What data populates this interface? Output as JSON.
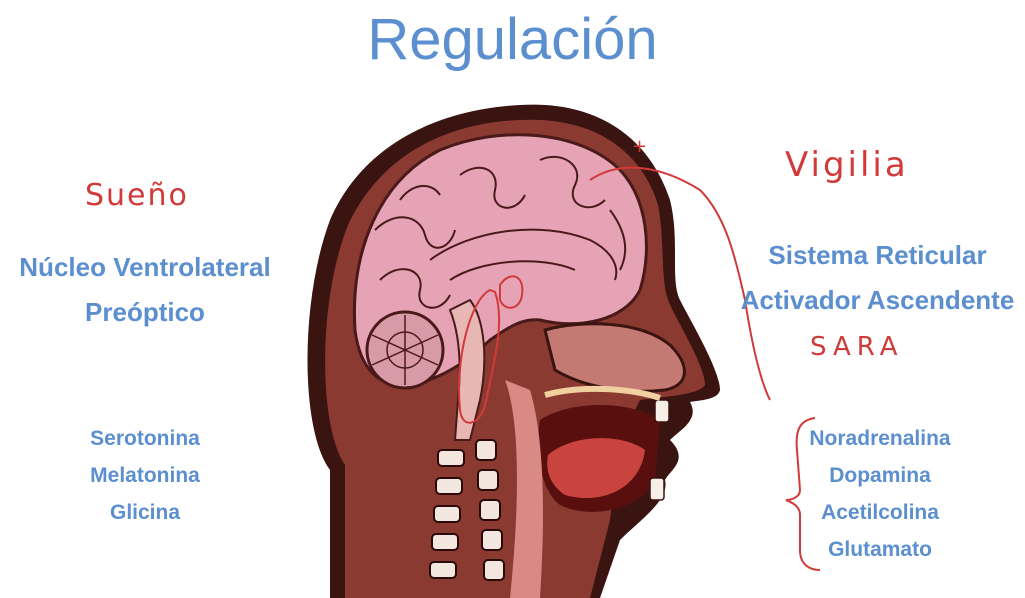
{
  "title": "Regulación",
  "left": {
    "handwritten": "Sueño",
    "heading": [
      "Núcleo Ventrolateral",
      "Preóptico"
    ],
    "items": [
      "Serotonina",
      "Melatonina",
      "Glicina"
    ]
  },
  "right": {
    "handwritten": "Vigilia",
    "heading": [
      "Sistema Reticular",
      "Activador Ascendente"
    ],
    "acronym": "SARA",
    "items": [
      "Noradrenalina",
      "Dopamina",
      "Acetilcolina",
      "Glutamato"
    ]
  },
  "annotations": {
    "plus": "+"
  },
  "colors": {
    "text_blue": "#5b8fd0",
    "ink_red": "#d23a3a",
    "brain_pink": "#e6a3b5",
    "tissue_brown": "#7a2f2a",
    "skin_pink": "#c47a72"
  }
}
